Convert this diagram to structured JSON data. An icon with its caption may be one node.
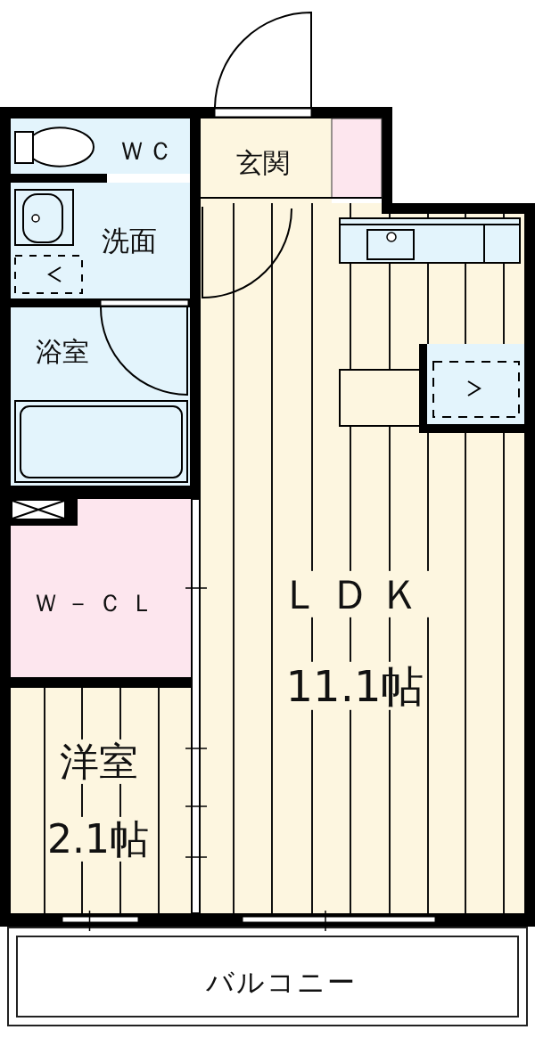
{
  "diagram": {
    "nodes": [
      {
        "text": [
          "ＷＣ"
        ]
      },
      {
        "text": [
          "洗面"
        ]
      },
      {
        "text": [
          "玄関"
        ]
      },
      {
        "text": [
          "浴室"
        ]
      },
      {
        "text": [
          "Ｗ－ＣＬ"
        ]
      },
      {
        "text": [
          "ＬＤＫ",
          "11.1帖"
        ]
      },
      {
        "text": [
          "洋室",
          "2.1帖"
        ]
      },
      {
        "text": [
          "バルコニー"
        ]
      }
    ],
    "edges": []
  }
}
